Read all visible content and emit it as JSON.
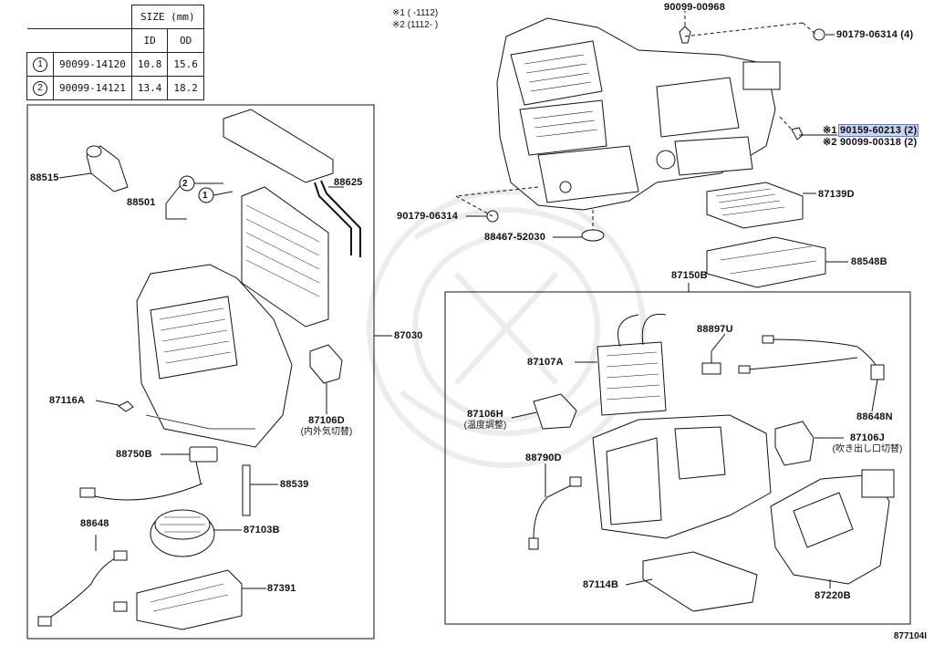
{
  "size_table": {
    "header": "SIZE (mm)",
    "col_id": "ID",
    "col_od": "OD",
    "rows": [
      {
        "mark": "1",
        "part": "90099-14120",
        "id": "10.8",
        "od": "15.6"
      },
      {
        "mark": "2",
        "part": "90099-14121",
        "id": "13.4",
        "od": "18.2"
      }
    ]
  },
  "notes": {
    "n1": "※1 (      -1112)",
    "n2": "※2 (1112-       )"
  },
  "labels": {
    "p90099_00968": "90099-00968",
    "p90179_06314_4": "90179-06314 (4)",
    "p90159_60213_prefix": "※1",
    "p90159_60213": "90159-60213 (2)",
    "p90099_00318": "※2 90099-00318 (2)",
    "p90179_06314": "90179-06314",
    "p88467_52030": "88467-52030",
    "p87139d": "87139D",
    "p88548b": "88548B",
    "p87150b": "87150B",
    "p88515": "88515",
    "p88501": "88501",
    "p88625": "88625",
    "p87030": "87030",
    "p87116a": "87116A",
    "p87106d": "87106D",
    "p87106d_sub": "(内外気切替)",
    "p88750b": "88750B",
    "p88539": "88539",
    "p88648": "88648",
    "p87103b": "87103B",
    "p87391": "87391",
    "p88897u": "88897U",
    "p87107a": "87107A",
    "p87106h": "87106H",
    "p87106h_sub": "(温度調整)",
    "p88648n": "88648N",
    "p87106j": "87106J",
    "p87106j_sub": "(吹き出し口切替)",
    "p88790d": "88790D",
    "p87114b": "87114B",
    "p87220b": "87220B",
    "callout1": "1",
    "callout2": "2"
  },
  "footer": "877104I",
  "colors": {
    "line": "#111111",
    "highlight": "#c9d5f3",
    "watermark": "#ececec"
  }
}
